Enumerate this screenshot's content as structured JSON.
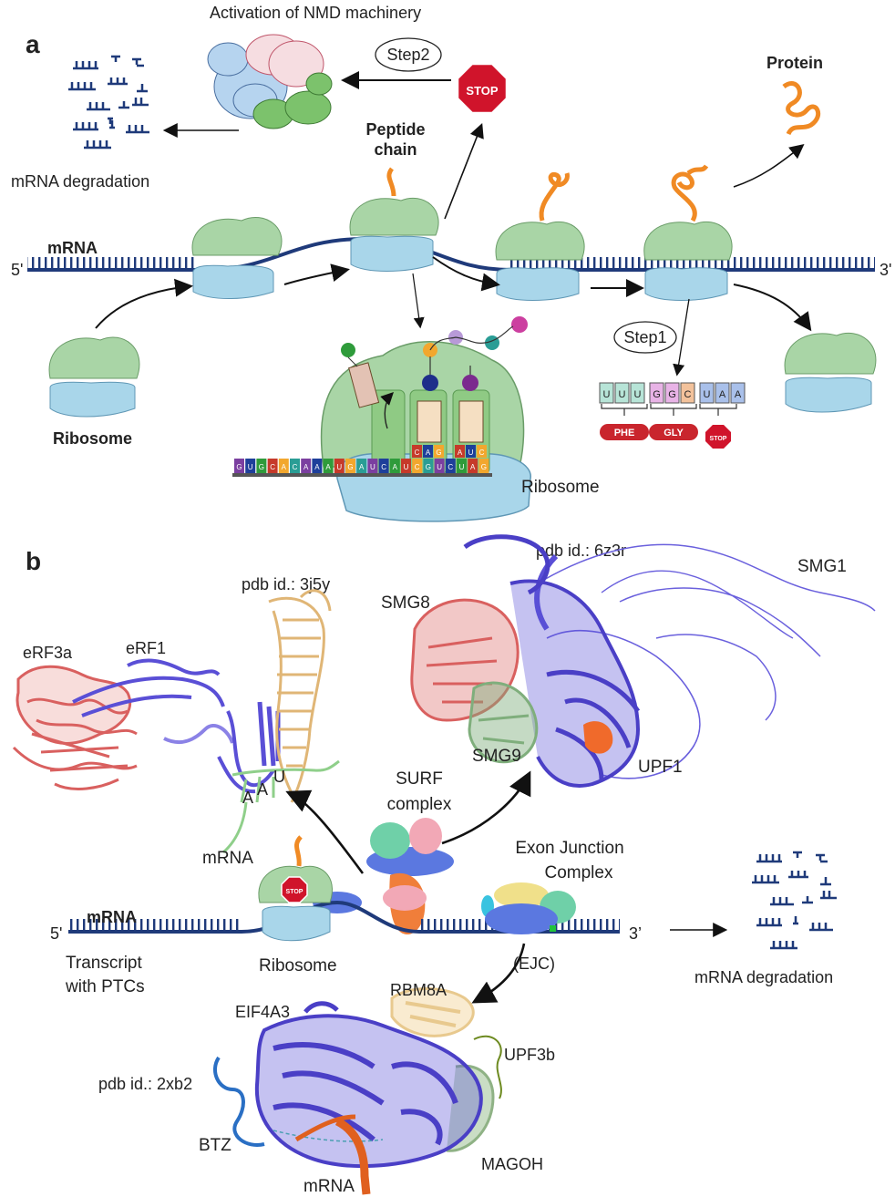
{
  "panel_a": {
    "letter": "a",
    "title": "Activation of NMD machinery",
    "step2": "Step2",
    "step1": "Step1",
    "stop_sign": "STOP",
    "protein": "Protein",
    "peptide_chain_line1": "Peptide",
    "peptide_chain_line2": "chain",
    "mrna_degradation": "mRNA degradation",
    "mrna": "mRNA",
    "five_prime": "5'",
    "three_prime": "3'",
    "ribosome_left": "Ribosome",
    "ribosome_center": "Ribosome",
    "codons": [
      "U",
      "U",
      "U",
      "G",
      "G",
      "C",
      "U",
      "A",
      "A"
    ],
    "amino_acids": [
      "PHE",
      "GLY",
      "STOP"
    ],
    "mrna_strand_bases": [
      "G",
      "U",
      "G",
      "C",
      "A",
      "C",
      "A",
      "A",
      "A",
      "U",
      "G",
      "A",
      "U",
      "C",
      "A",
      "U",
      "C",
      "G",
      "U",
      "C",
      "U",
      "A",
      "G"
    ],
    "anticodons_1": [
      "C",
      "A",
      "G"
    ],
    "anticodons_2": [
      "A",
      "U",
      "C"
    ]
  },
  "panel_b": {
    "letter": "b",
    "pdb_3j5y": "pdb id.: 3j5y",
    "pdb_6z3r": "pdb id.: 6z3r",
    "pdb_2xb2": "pdb id.: 2xb2",
    "erf1": "eRF1",
    "erf3a": "eRF3a",
    "smg1": "SMG1",
    "smg8": "SMG8",
    "smg9": "SMG9",
    "upf1": "UPF1",
    "surf_line1": "SURF",
    "surf_line2": "complex",
    "ejc_line1": "Exon Junction",
    "ejc_line2": "Complex",
    "ejc_abbrev": "(EJC)",
    "mrna_struct": "mRNA",
    "mrna_label": "mRNA",
    "five_prime": "5'",
    "three_prime": "3’",
    "transcript_line1": "Transcript",
    "transcript_line2": "with PTCs",
    "ribosome": "Ribosome",
    "stop_sign": "STOP",
    "mrna_degradation": "mRNA degradation",
    "nucleotides": [
      "A",
      "A",
      "U"
    ],
    "eif4a3": "EIF4A3",
    "rbm8a": "RBM8A",
    "upf3b": "UPF3b",
    "btz": "BTZ",
    "magoh": "MAGOH",
    "mrna_bottom": "mRNA"
  },
  "colors": {
    "mrna_backbone": "#1f3a7a",
    "ribosome_large": "#a9d5a6",
    "ribosome_small": "#a9d6ea",
    "peptide": "#f08a24",
    "stop_red": "#d0142b",
    "upf1_blue": "#5a4fd6",
    "erf3a_red": "#d9605f",
    "rna_tan": "#e0b676",
    "smg9_green": "#7fae7c"
  }
}
